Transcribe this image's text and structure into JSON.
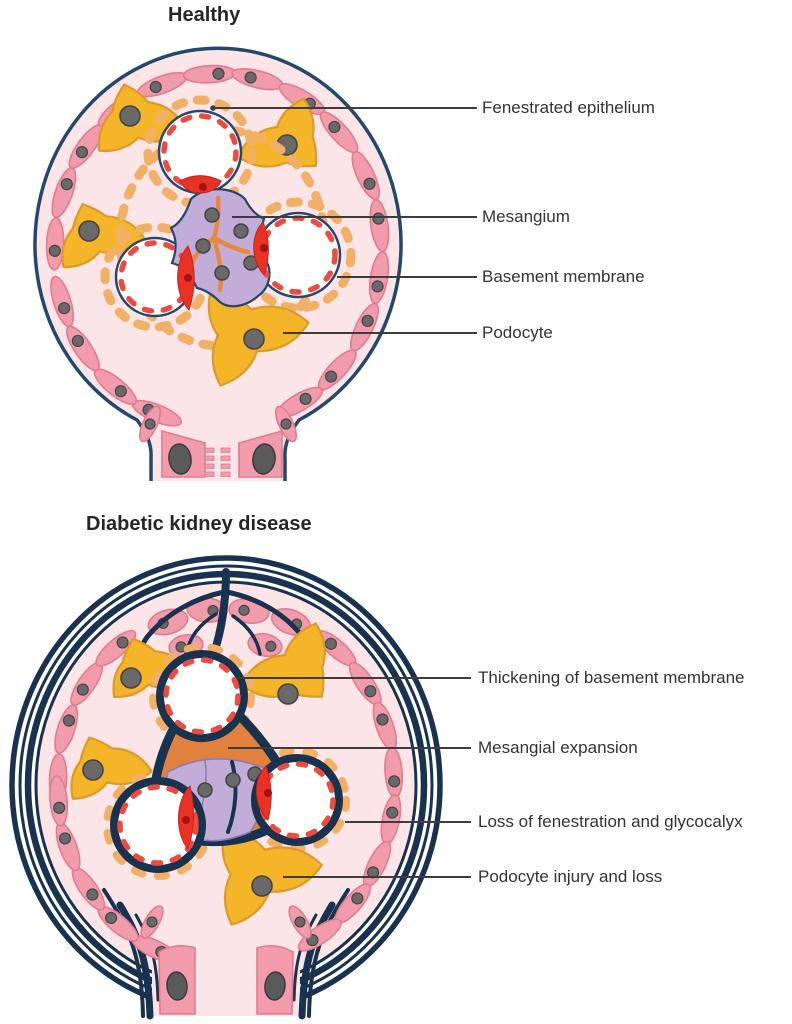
{
  "figure": {
    "panels": [
      {
        "id": "healthy",
        "title": "Healthy",
        "labels": [
          {
            "text": "Fenestrated epithelium"
          },
          {
            "text": "Mesangium"
          },
          {
            "text": "Basement membrane"
          },
          {
            "text": "Podocyte"
          }
        ]
      },
      {
        "id": "diabetic",
        "title": "Diabetic kidney disease",
        "labels": [
          {
            "text": "Thickening of basement membrane"
          },
          {
            "text": "Mesangial expansion"
          },
          {
            "text": "Loss of fenestration and glycocalyx"
          },
          {
            "text": "Podocyte injury and loss"
          }
        ]
      }
    ],
    "colors": {
      "background": "#ffffff",
      "capsule_outline": "#24476d",
      "capsule_fill": "#fce5e6",
      "cell_pink": "#f29cab",
      "cell_pink_stroke": "#e07b90",
      "nucleus_gray": "#696969",
      "nucleus_stroke": "#454545",
      "podocyte_yellow": "#f5b528",
      "podocyte_stroke": "#db9a2b",
      "foot_process_orange": "#f1b065",
      "capillary_red": "#ee4b40",
      "mesangium_purple": "#c2add9",
      "mesangium_stroke": "#8b7bb5",
      "mesangial_matrix": "#e8873f",
      "mesangial_expansion": "#e0823d",
      "rbc_red": "#e93126",
      "rbc_dark": "#a31410",
      "thick_membrane_navy": "#18324f",
      "leader_line": "#3c3c3c",
      "label_text": "#333333",
      "title_text": "#262626"
    }
  }
}
